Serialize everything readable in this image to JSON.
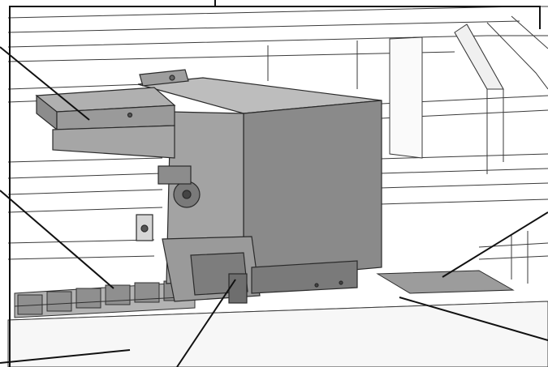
{
  "figure": {
    "kind": "technical-illustration",
    "subject": "carriage-assembly",
    "palette": {
      "background": "#ffffff",
      "frame_line": "#3a3a3a",
      "frame_fill": "#f2f2f2",
      "carriage_dark": "#8a8a8a",
      "carriage_mid": "#a3a3a3",
      "carriage_light": "#bdbdbd",
      "leader_line": "#111111"
    },
    "leader_lines": [
      {
        "name": "leader-top-left"
      },
      {
        "name": "leader-left-middle"
      },
      {
        "name": "leader-bottom-left"
      },
      {
        "name": "leader-bottom-center"
      },
      {
        "name": "leader-right-middle"
      },
      {
        "name": "leader-right-bottom"
      },
      {
        "name": "leader-top-bracket"
      }
    ]
  }
}
